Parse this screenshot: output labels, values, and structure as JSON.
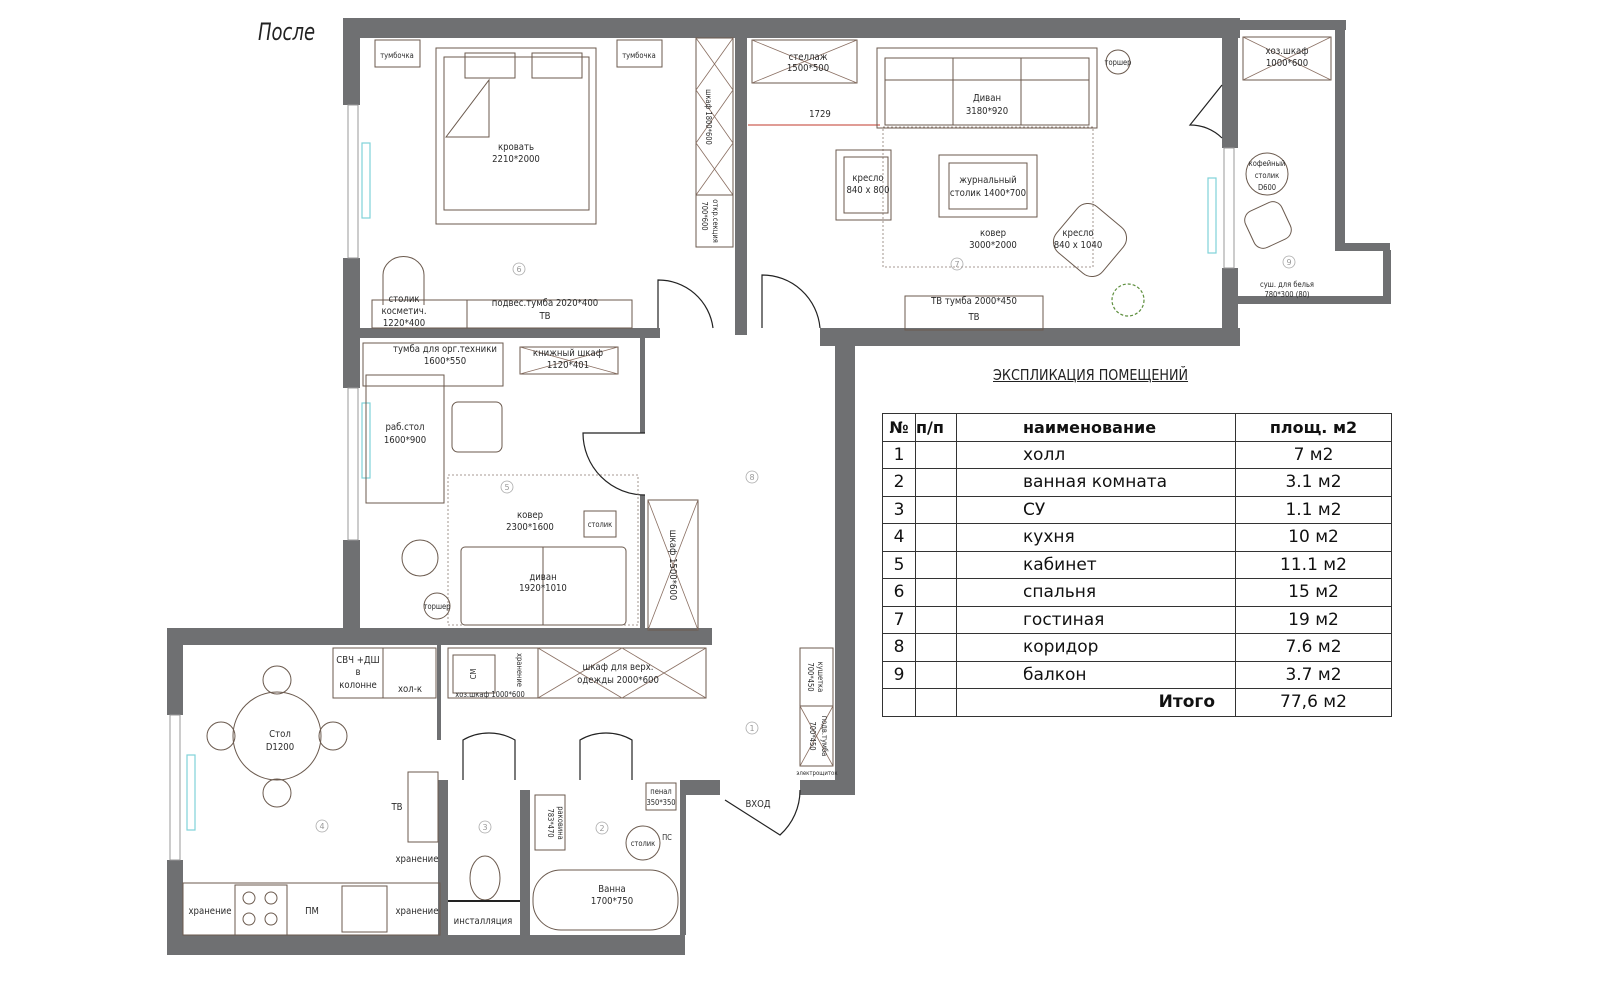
{
  "title": "После",
  "rooms": {
    "bedroom": {
      "number": "6",
      "bed": [
        "кровать",
        "2210*2000"
      ],
      "nightstand_left": "тумбочка",
      "nightstand_right": "тумбочка",
      "wardrobe": "шкаф 1800*600",
      "open_section": [
        "откр.секция",
        "700*600"
      ],
      "vanity": [
        "столик",
        "косметич.",
        "1220*400"
      ],
      "hanging_cabinet": [
        "подвес.тумба 2020*400",
        "ТВ"
      ]
    },
    "living": {
      "number": "7",
      "shelf": [
        "стеллаж",
        "1500*500"
      ],
      "dimension": "1729",
      "sofa": [
        "Диван",
        "3180*920"
      ],
      "floor_lamp": "торшер",
      "armchair1": [
        "кресло",
        "840 х 800"
      ],
      "coffee_table": [
        "журнальный",
        "столик 1400*700"
      ],
      "rug": [
        "ковер",
        "3000*2000"
      ],
      "armchair2": [
        "кресло",
        "840 х 1040"
      ],
      "tv_stand": [
        "ТВ тумба 2000*450",
        "ТВ"
      ]
    },
    "balcony": {
      "number": "9",
      "storage": [
        "хоз.шкаф",
        "1000*600"
      ],
      "table": [
        "кофейный",
        "столик",
        "D600"
      ],
      "dryer": [
        "суш. для белья",
        "780*300 (80)"
      ]
    },
    "study": {
      "number": "5",
      "office_cabinet": [
        "тумба для орг.техники",
        "1600*550"
      ],
      "bookcase": [
        "книжный шкаф",
        "1120*401"
      ],
      "desk": [
        "раб.стол",
        "1600*900"
      ],
      "rug": [
        "ковер",
        "2300*1600"
      ],
      "side_table": "столик",
      "sofa": [
        "диван",
        "1920*1010"
      ],
      "floor_lamp": "торшер"
    },
    "corridor": {
      "number": "8",
      "wardrobe": "шкаф 1500*600",
      "hall_number": "1",
      "bench": [
        "кушетка",
        "700*450"
      ],
      "cabinet": [
        "подв.тумба",
        "700*450"
      ],
      "panel": "электрощиток",
      "entrance": "ВХОД",
      "utility": "хоз.шкаф 1000*600",
      "washer": "СМ",
      "storage": "хранение",
      "outerwear": [
        "шкаф для верх.",
        "одежды 2000*600"
      ]
    },
    "kitchen": {
      "number": "4",
      "microwave": [
        "СВЧ +ДШ",
        "в",
        "колонне"
      ],
      "fridge": "хол-к",
      "table": [
        "Стол",
        "D1200"
      ],
      "tv": "ТВ",
      "storage_right": "хранение",
      "storage_left": "хранение",
      "dishwasher": "ПМ",
      "storage_bottom": "хранение"
    },
    "wc": {
      "number": "3",
      "installation": "инсталляция"
    },
    "bathroom": {
      "number": "2",
      "sink": [
        "раковина",
        "783*470"
      ],
      "pencil": [
        "пенал",
        "350*350"
      ],
      "table": "столик",
      "towel": "ПС",
      "bath": [
        "Ванна",
        "1700*750"
      ]
    }
  },
  "explication": {
    "title": "ЭКСПЛИКАЦИЯ ПОМЕЩЕНИЙ",
    "headers": [
      "№",
      "п/п",
      "наименование",
      "площ. м2"
    ],
    "rows": [
      {
        "n": "1",
        "name": "холл",
        "area": "7  м2"
      },
      {
        "n": "2",
        "name": "ванная комната",
        "area": "3.1  м2"
      },
      {
        "n": "3",
        "name": "СУ",
        "area": "1.1 м2"
      },
      {
        "n": "4",
        "name": "кухня",
        "area": "10  м2"
      },
      {
        "n": "5",
        "name": "кабинет",
        "area": "11.1  м2"
      },
      {
        "n": "6",
        "name": "спальня",
        "area": "15 м2"
      },
      {
        "n": "7",
        "name": "гостиная",
        "area": "19 м2"
      },
      {
        "n": "8",
        "name": "коридор",
        "area": "7.6  м2"
      },
      {
        "n": "9",
        "name": "балкон",
        "area": "3.7  м2"
      }
    ],
    "total_label": "Итого",
    "total": "77,6 м2"
  },
  "colors": {
    "wall": "#6f7072",
    "furniture": "#6b5a4e",
    "window": "#7fd3d8",
    "dimension": "#c0392b"
  }
}
